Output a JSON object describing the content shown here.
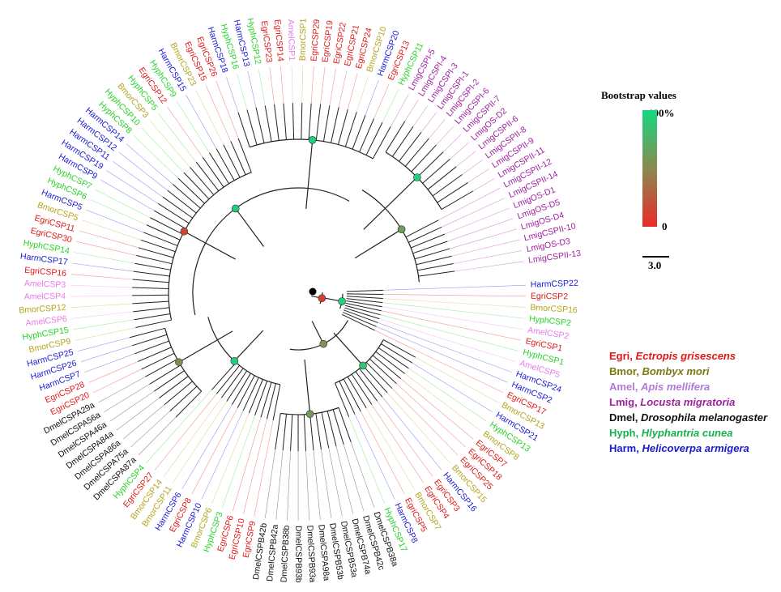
{
  "leaves": [
    {
      "label": "HarmCSP22",
      "color": "#1a1ad4"
    },
    {
      "label": "EgriCSP2",
      "color": "#e01818"
    },
    {
      "label": "BmorCSP16",
      "color": "#b4a41c"
    },
    {
      "label": "HyphCSP2",
      "color": "#29d229"
    },
    {
      "label": "AmelCSP2",
      "color": "#e87ae8"
    },
    {
      "label": "EgriCSP1",
      "color": "#e01818"
    },
    {
      "label": "HyphCSP1",
      "color": "#29d229"
    },
    {
      "label": "AmelCSP5",
      "color": "#e87ae8"
    },
    {
      "label": "HarmCSP24",
      "color": "#1a1ad4"
    },
    {
      "label": "HarmCSP2",
      "color": "#1a1ad4"
    },
    {
      "label": "EgriCSP17",
      "color": "#e01818"
    },
    {
      "label": "BmorCSP13",
      "color": "#b4a41c"
    },
    {
      "label": "HarmCSP21",
      "color": "#1a1ad4"
    },
    {
      "label": "HyphCSP13",
      "color": "#29d229"
    },
    {
      "label": "BmorCSP8",
      "color": "#b4a41c"
    },
    {
      "label": "EgriCSP7",
      "color": "#e01818"
    },
    {
      "label": "EgriCSP18",
      "color": "#e01818"
    },
    {
      "label": "EgriCSP25",
      "color": "#e01818"
    },
    {
      "label": "BmorCSP15",
      "color": "#b4a41c"
    },
    {
      "label": "HarmCSP16",
      "color": "#1a1ad4"
    },
    {
      "label": "EgriCSP3",
      "color": "#e01818"
    },
    {
      "label": "EgriCSP4",
      "color": "#e01818"
    },
    {
      "label": "BmorCSP7",
      "color": "#b4a41c"
    },
    {
      "label": "EgriCSP5",
      "color": "#e01818"
    },
    {
      "label": "HarmCSP8",
      "color": "#1a1ad4"
    },
    {
      "label": "HyphCSP17",
      "color": "#29d229"
    },
    {
      "label": "DmelCSPB38a",
      "color": "#111111"
    },
    {
      "label": "DmelCSPB42c",
      "color": "#111111"
    },
    {
      "label": "DmelCSPB74a",
      "color": "#111111"
    },
    {
      "label": "DmelCSPB53a",
      "color": "#111111"
    },
    {
      "label": "DmelCSPB53b",
      "color": "#111111"
    },
    {
      "label": "DmelCSPA98a",
      "color": "#111111"
    },
    {
      "label": "DmelCSPB93a",
      "color": "#111111"
    },
    {
      "label": "DmelCSPB93b",
      "color": "#111111"
    },
    {
      "label": "DmelCSPB38b",
      "color": "#111111"
    },
    {
      "label": "DmelCSPB42a",
      "color": "#111111"
    },
    {
      "label": "DmelCSPB42b",
      "color": "#111111"
    },
    {
      "label": "EgriCSP9",
      "color": "#e01818"
    },
    {
      "label": "EgriCSP10",
      "color": "#e01818"
    },
    {
      "label": "EgriCSP6",
      "color": "#e01818"
    },
    {
      "label": "HyphCSP3",
      "color": "#29d229"
    },
    {
      "label": "BmorCSP6",
      "color": "#b4a41c"
    },
    {
      "label": "HarmCSP10",
      "color": "#1a1ad4"
    },
    {
      "label": "EgriCSP8",
      "color": "#e01818"
    },
    {
      "label": "HarmCSP6",
      "color": "#1a1ad4"
    },
    {
      "label": "BmorCSP11",
      "color": "#b4a41c"
    },
    {
      "label": "BmorCSP14",
      "color": "#b4a41c"
    },
    {
      "label": "EgriCSP27",
      "color": "#e01818"
    },
    {
      "label": "HyphCSP4",
      "color": "#29d229"
    },
    {
      "label": "DmelCSPA87a",
      "color": "#111111"
    },
    {
      "label": "DmelCSPA75a",
      "color": "#111111"
    },
    {
      "label": "DmelCSPA86a",
      "color": "#111111"
    },
    {
      "label": "DmelCSPA84a",
      "color": "#111111"
    },
    {
      "label": "DmelCSPA46a",
      "color": "#111111"
    },
    {
      "label": "DmelCSPA56a",
      "color": "#111111"
    },
    {
      "label": "DmelCSPA29a",
      "color": "#111111"
    },
    {
      "label": "EgriCSP20",
      "color": "#e01818"
    },
    {
      "label": "EgriCSP28",
      "color": "#e01818"
    },
    {
      "label": "HarmCSP7",
      "color": "#1a1ad4"
    },
    {
      "label": "HarmCSP26",
      "color": "#1a1ad4"
    },
    {
      "label": "HarmCSP25",
      "color": "#1a1ad4"
    },
    {
      "label": "BmorCSP9",
      "color": "#b4a41c"
    },
    {
      "label": "HyphCSP15",
      "color": "#29d229"
    },
    {
      "label": "AmelCSP6",
      "color": "#e87ae8"
    },
    {
      "label": "BmorCSP12",
      "color": "#b4a41c"
    },
    {
      "label": "AmelCSP4",
      "color": "#e87ae8"
    },
    {
      "label": "AmelCSP3",
      "color": "#e87ae8"
    },
    {
      "label": "EgriCSP16",
      "color": "#e01818"
    },
    {
      "label": "HarmCSP17",
      "color": "#1a1ad4"
    },
    {
      "label": "HyphCSP14",
      "color": "#29d229"
    },
    {
      "label": "EgriCSP30",
      "color": "#e01818"
    },
    {
      "label": "EgriCSP11",
      "color": "#e01818"
    },
    {
      "label": "BmorCSP5",
      "color": "#b4a41c"
    },
    {
      "label": "HarmCSP5",
      "color": "#1a1ad4"
    },
    {
      "label": "HyphCSP6",
      "color": "#29d229"
    },
    {
      "label": "HyphCSP7",
      "color": "#29d229"
    },
    {
      "label": "HarmCSP9",
      "color": "#1a1ad4"
    },
    {
      "label": "HarmCSP19",
      "color": "#1a1ad4"
    },
    {
      "label": "HarmCSP11",
      "color": "#1a1ad4"
    },
    {
      "label": "HarmCSP12",
      "color": "#1a1ad4"
    },
    {
      "label": "HarmCSP14",
      "color": "#1a1ad4"
    },
    {
      "label": "HyphCSP8",
      "color": "#29d229"
    },
    {
      "label": "HyphCSP10",
      "color": "#29d229"
    },
    {
      "label": "BmorCSP3",
      "color": "#b4a41c"
    },
    {
      "label": "HyphCSP5",
      "color": "#29d229"
    },
    {
      "label": "EgriCSP12",
      "color": "#e01818"
    },
    {
      "label": "HyphCSP9",
      "color": "#29d229"
    },
    {
      "label": "HarmCSP15",
      "color": "#1a1ad4"
    },
    {
      "label": "BmorCSP23",
      "color": "#b4a41c"
    },
    {
      "label": "EgriCSP15",
      "color": "#e01818"
    },
    {
      "label": "EgriCSP26",
      "color": "#e01818"
    },
    {
      "label": "HarmCSP18",
      "color": "#1a1ad4"
    },
    {
      "label": "HyphCSP16",
      "color": "#29d229"
    },
    {
      "label": "HarmCSP13",
      "color": "#1a1ad4"
    },
    {
      "label": "HyphCSP12",
      "color": "#29d229"
    },
    {
      "label": "EgriCSP23",
      "color": "#e01818"
    },
    {
      "label": "EgriCSP14",
      "color": "#e01818"
    },
    {
      "label": "AmelCSP1",
      "color": "#e87ae8"
    },
    {
      "label": "BmorCSP1",
      "color": "#b4a41c"
    },
    {
      "label": "EgriCSP29",
      "color": "#e01818"
    },
    {
      "label": "EgriCSP19",
      "color": "#e01818"
    },
    {
      "label": "EgriCSP22",
      "color": "#e01818"
    },
    {
      "label": "EgriCSP21",
      "color": "#e01818"
    },
    {
      "label": "EgriCSP24",
      "color": "#e01818"
    },
    {
      "label": "BmorCSP10",
      "color": "#b4a41c"
    },
    {
      "label": "HarmCSP20",
      "color": "#1a1ad4"
    },
    {
      "label": "EgriCSP13",
      "color": "#e01818"
    },
    {
      "label": "HyphCSP11",
      "color": "#29d229"
    },
    {
      "label": "LmigCSPI-5",
      "color": "#a020a0"
    },
    {
      "label": "LmigCSPI-4",
      "color": "#a020a0"
    },
    {
      "label": "LmigCSPI-3",
      "color": "#a020a0"
    },
    {
      "label": "LmigCSPI-1",
      "color": "#a020a0"
    },
    {
      "label": "LmigCSPI-2",
      "color": "#a020a0"
    },
    {
      "label": "LmigCSPI-6",
      "color": "#a020a0"
    },
    {
      "label": "LmigCSPII-7",
      "color": "#a020a0"
    },
    {
      "label": "LmigOS-D2",
      "color": "#a020a0"
    },
    {
      "label": "LmigCSPII-6",
      "color": "#a020a0"
    },
    {
      "label": "LmigCSPII-8",
      "color": "#a020a0"
    },
    {
      "label": "LmigCSPII-9",
      "color": "#a020a0"
    },
    {
      "label": "LmigCSPII-11",
      "color": "#a020a0"
    },
    {
      "label": "LmigCSPII-12",
      "color": "#a020a0"
    },
    {
      "label": "LmigCSPII-14",
      "color": "#a020a0"
    },
    {
      "label": "LmigOS-D1",
      "color": "#a020a0"
    },
    {
      "label": "LmigOS-D5",
      "color": "#a020a0"
    },
    {
      "label": "LmigOS-D4",
      "color": "#a020a0"
    },
    {
      "label": "LmigCSPII-10",
      "color": "#a020a0"
    },
    {
      "label": "LmigOS-D3",
      "color": "#a020a0"
    },
    {
      "label": "LmigCSPII-13",
      "color": "#a020a0"
    }
  ],
  "legend": {
    "title": "Bootstrap values",
    "max_label": "100%",
    "min_label": "0",
    "high_color": "#13d882",
    "mid_color": "#8a8a4e",
    "low_color": "#ea2a2a"
  },
  "scale": {
    "label": "3.0"
  },
  "species": [
    {
      "abbr": "Egri",
      "full": "Ectropis grisescens",
      "color": "#e01818"
    },
    {
      "abbr": "Bmor",
      "full": "Bombyx mori",
      "color": "#7a7a10"
    },
    {
      "abbr": "Amel",
      "full": "Apis mellifera",
      "color": "#b27ad8"
    },
    {
      "abbr": "Lmig",
      "full": "Locusta migratoria",
      "color": "#a020a0"
    },
    {
      "abbr": "Dmel",
      "full": "Drosophila melanogaster",
      "color": "#111111"
    },
    {
      "abbr": "Hyph",
      "full": "Hlyphantria cunea",
      "color": "#18b050"
    },
    {
      "abbr": "Harm",
      "full": "Helicoverpa armigera",
      "color": "#1a1ad4"
    }
  ],
  "nodes": [
    {
      "clade": 0,
      "bootstrap": 0.1
    },
    {
      "clade": 1,
      "bootstrap": 0.95
    },
    {
      "clade": 2,
      "bootstrap": 0.55
    },
    {
      "clade": 3,
      "bootstrap": 0.9
    },
    {
      "clade": 4,
      "bootstrap": 0.6
    },
    {
      "clade": 5,
      "bootstrap": 0.95
    },
    {
      "clade": 6,
      "bootstrap": 0.5
    },
    {
      "clade": 7,
      "bootstrap": 0.95
    },
    {
      "clade": 8,
      "bootstrap": 0.15
    },
    {
      "clade": 9,
      "bootstrap": 0.95
    },
    {
      "clade": 10,
      "bootstrap": 0.6
    },
    {
      "clade": 11,
      "bootstrap": 0.95
    }
  ]
}
